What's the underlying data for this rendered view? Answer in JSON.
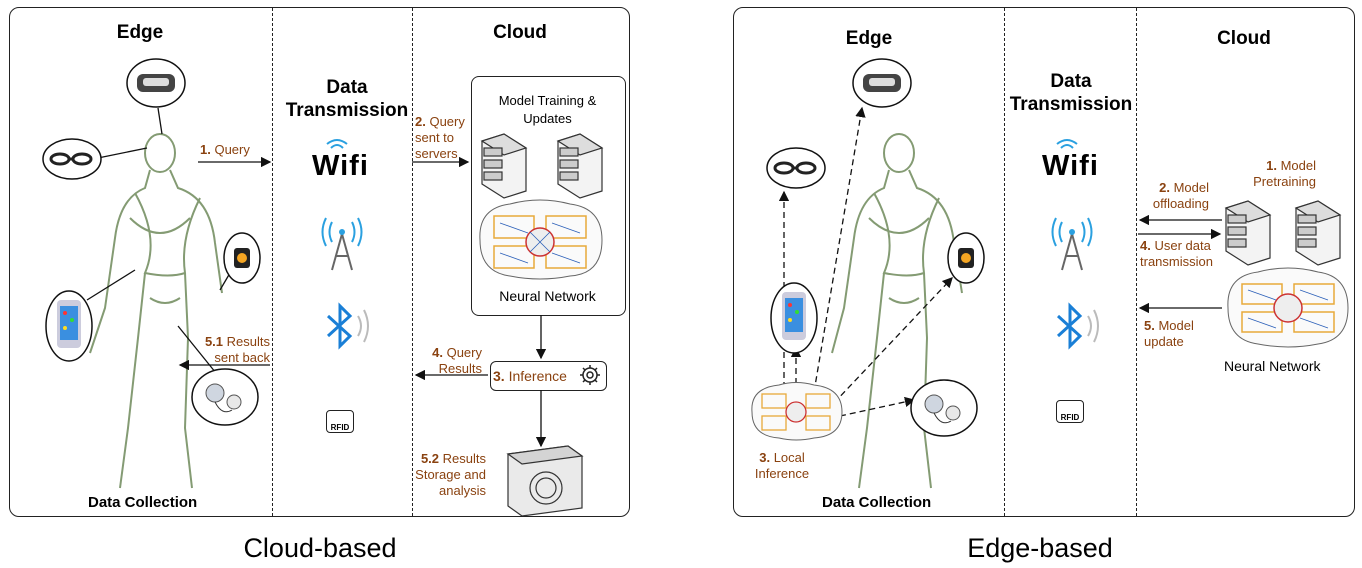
{
  "left": {
    "caption": "Cloud-based",
    "edge_title": "Edge",
    "transmission_title_1": "Data",
    "transmission_title_2": "Transmission",
    "cloud_title": "Cloud",
    "data_collection": "Data Collection",
    "model_box_title_1": "Model Training &",
    "model_box_title_2": "Updates",
    "neural_network": "Neural Network",
    "step1_num": "1.",
    "step1_text": "Query",
    "step2_num": "2.",
    "step2_text_1": "Query",
    "step2_text_2": "sent to",
    "step2_text_3": "servers",
    "step3_num": "3.",
    "step3_text": "Inference",
    "step4_num": "4.",
    "step4_text_1": "Query",
    "step4_text_2": "Results",
    "step51_num": "5.1",
    "step51_text_1": "Results",
    "step51_text_2": "sent back",
    "step52_num": "5.2",
    "step52_text_1": "Results",
    "step52_text_2": "Storage and",
    "step52_text_3": "analysis",
    "wifi": "Wifi",
    "rfid": "RFID"
  },
  "right": {
    "caption": "Edge-based",
    "edge_title": "Edge",
    "transmission_title_1": "Data",
    "transmission_title_2": "Transmission",
    "cloud_title": "Cloud",
    "data_collection": "Data Collection",
    "neural_network": "Neural Network",
    "step1_num": "1.",
    "step1_text_1": "Model",
    "step1_text_2": "Pretraining",
    "step2_num": "2.",
    "step2_text_1": "Model",
    "step2_text_2": "offloading",
    "step3_num": "3.",
    "step3_text_1": "Local",
    "step3_text_2": "Inference",
    "step4_num": "4.",
    "step4_text_1": "User data",
    "step4_text_2": "transmission",
    "step5_num": "5.",
    "step5_text_1": "Model",
    "step5_text_2": "update",
    "wifi": "Wifi",
    "rfid": "RFID"
  },
  "colors": {
    "accent": "#8a4210",
    "bluetooth": "#1a7fd6",
    "wifi_blue": "#2aa0e0",
    "brain_box": "#e8a93a"
  },
  "icons": [
    "vr-headset-icon",
    "smart-glasses-icon",
    "smartwatch-icon",
    "smartphone-icon",
    "earbuds-icon",
    "wifi-icon",
    "cell-tower-icon",
    "bluetooth-icon",
    "rfid-icon",
    "server-icon",
    "brain-network-icon",
    "gear-icon",
    "storage-icon"
  ]
}
